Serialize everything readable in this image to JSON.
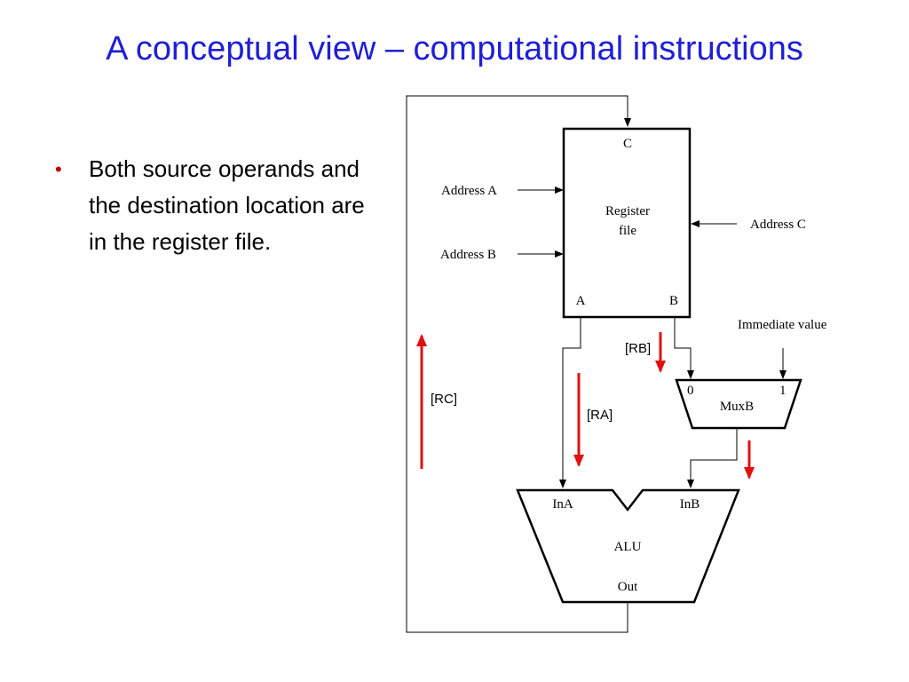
{
  "title": "A conceptual view – computational instructions",
  "bullets": [
    "Both source operands and the destination location are in the register file."
  ],
  "diagram": {
    "register_file": {
      "label_line1": "Register",
      "label_line2": "file",
      "port_c": "C",
      "port_a": "A",
      "port_b": "B"
    },
    "address_a": "Address A",
    "address_b": "Address B",
    "address_c": "Address C",
    "immediate": "Immediate value",
    "mux": {
      "label": "MuxB",
      "in0": "0",
      "in1": "1"
    },
    "alu": {
      "label": "ALU",
      "in_a": "InA",
      "in_b": "InB",
      "out": "Out"
    },
    "flow_labels": {
      "rb": "[RB]",
      "ra": "[RA]",
      "rc": "[RC]"
    },
    "colors": {
      "title": "#1f1fd6",
      "bullet": "#c00000",
      "flow_arrow": "#e01010"
    }
  }
}
